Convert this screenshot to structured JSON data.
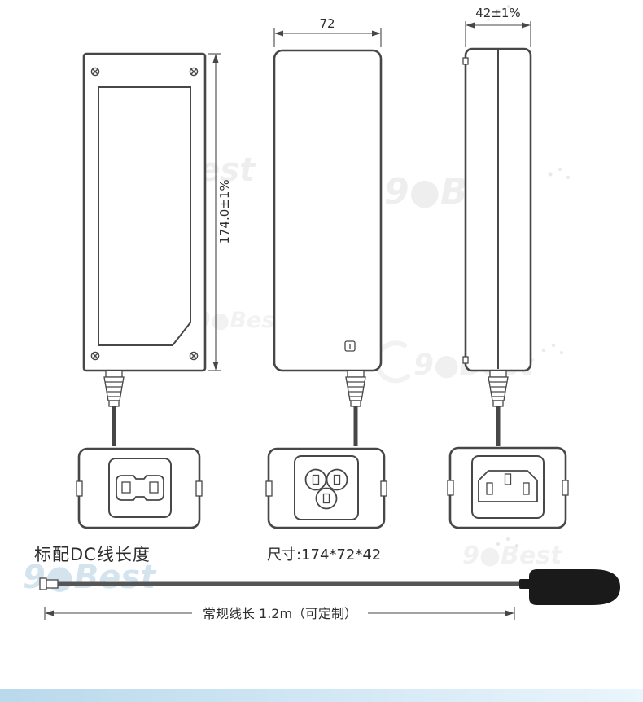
{
  "page": {
    "background": "#ffffff",
    "footer_bar": {
      "color_left": "#b9d9ec",
      "color_right": "#eaf5fc"
    }
  },
  "drawing": {
    "line_color": "#474747",
    "plug_color": "#1a1a1a",
    "dimensions": {
      "height": "174.0±1%",
      "width": "72",
      "depth": "42±1%"
    },
    "captions": {
      "dc_cable_title": "标配DC线长度",
      "size_label": "尺寸:174*72*42",
      "cable_length_label": "常规线长 1.2m（可定制）"
    },
    "watermark": {
      "text": "9●Best",
      "gray": "#999999",
      "blue": "#a9cbe1"
    }
  }
}
